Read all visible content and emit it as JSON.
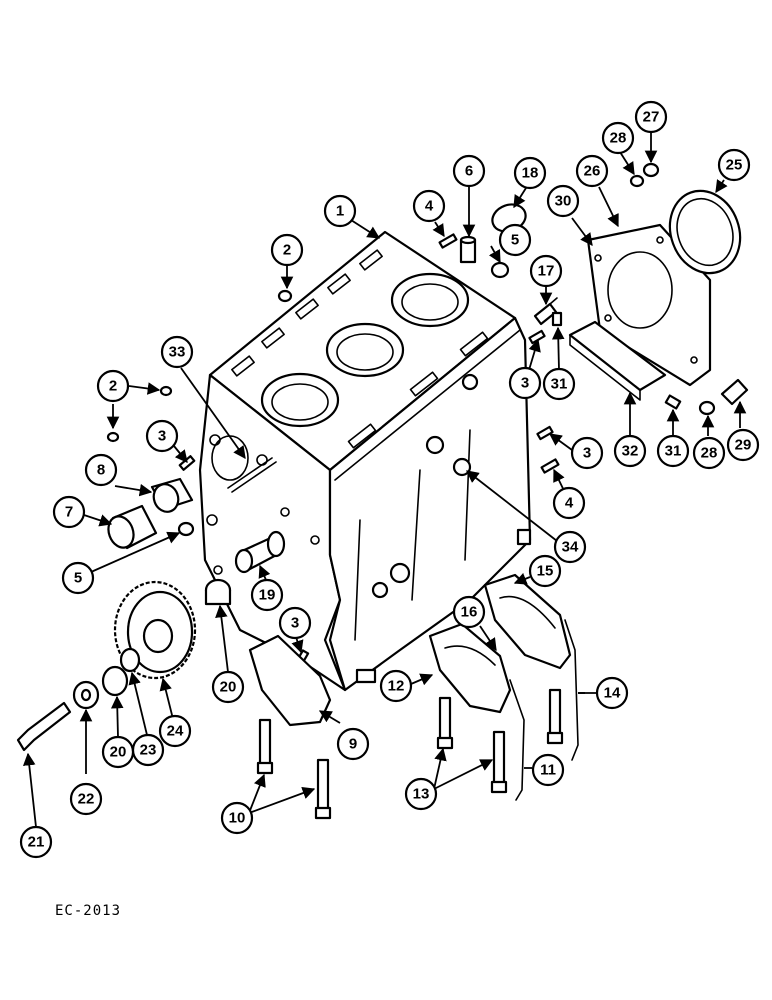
{
  "diagram": {
    "reference_code": "EC-2013",
    "callouts": [
      "1",
      "2",
      "2",
      "3",
      "3",
      "3",
      "3",
      "4",
      "4",
      "5",
      "5",
      "6",
      "7",
      "8",
      "9",
      "10",
      "11",
      "12",
      "13",
      "14",
      "15",
      "16",
      "17",
      "18",
      "19",
      "20",
      "20",
      "21",
      "22",
      "23",
      "24",
      "25",
      "26",
      "27",
      "28",
      "28",
      "29",
      "30",
      "31",
      "31",
      "32",
      "33",
      "34"
    ]
  }
}
